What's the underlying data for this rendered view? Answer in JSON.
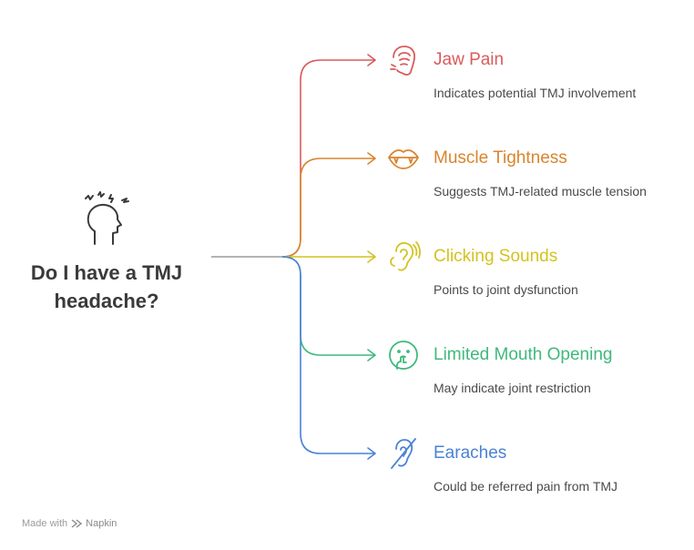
{
  "title": "Do I have a TMJ headache?",
  "items": [
    {
      "title": "Jaw Pain",
      "description": "Indicates potential TMJ involvement",
      "color": "#d95a5a",
      "icon": "jaw-pain-icon"
    },
    {
      "title": "Muscle Tightness",
      "description": "Suggests TMJ-related muscle tension",
      "color": "#d9852e",
      "icon": "mouth-icon"
    },
    {
      "title": "Clicking Sounds",
      "description": "Points to joint dysfunction",
      "color": "#d4c21f",
      "icon": "ear-sound-icon"
    },
    {
      "title": "Limited Mouth Opening",
      "description": "May indicate joint restriction",
      "color": "#3fb97c",
      "icon": "face-hand-icon"
    },
    {
      "title": "Earaches",
      "description": "Could be referred pain from TMJ",
      "color": "#4a82d6",
      "icon": "ear-off-icon"
    }
  ],
  "footer": {
    "made_with": "Made with",
    "brand": "Napkin"
  }
}
